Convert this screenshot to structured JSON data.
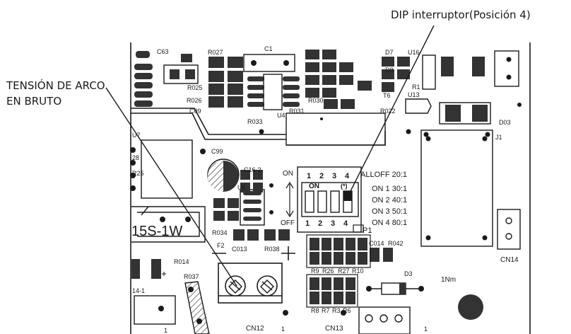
{
  "callouts": {
    "dip_switch": "DIP interruptor(Posición 4)",
    "arc_voltage_line1": "TENSIÓN DE ARCO",
    "arc_voltage_line2": "EN BRUTO"
  },
  "dip": {
    "on_label": "ON",
    "off_label": "OFF",
    "switch_on_mark": "ON",
    "switch_mark_right": "(*)",
    "numbers_top": [
      "1",
      "2",
      "3",
      "4"
    ],
    "numbers_bottom": [
      "1",
      "2",
      "3",
      "4"
    ],
    "header_ref": "P1",
    "settings": [
      "ALLOFF 20:1",
      "ON 1 30:1",
      "ON 2 40:1",
      "ON 3 50:1",
      "ON 4 80:1"
    ]
  },
  "components": {
    "C63": "C63",
    "R027": "R027",
    "C1": "C1",
    "D7": "D7",
    "U16": "U16",
    "R025": "R025",
    "R026": "R026",
    "C09": "C09",
    "R033": "R033",
    "U4": "U4",
    "R031": "R031",
    "R030": "R030",
    "T6": "T6",
    "U13": "U13",
    "R022": "R022",
    "D03": "D03",
    "J1": "J1",
    "U7": "U7",
    "C99": "C99",
    "C16_2": "C16-2",
    "U6": "U6",
    "R034": "R034",
    "F2": "F2",
    "C013": "C013",
    "R038": "R038",
    "C014": "C014",
    "R042": "R042",
    "R9": "R9",
    "R26": "R26",
    "R27": "R27",
    "R10": "R10",
    "R8": "R8",
    "R7": "R7",
    "R3": "R3",
    "R6": "R6",
    "D3": "D3",
    "R014": "R014",
    "R037": "R037",
    "CN12": "CN12",
    "CN13": "CN13",
    "CN14": "CN14",
    "regulator": "15S-1W",
    "torque": "1Nm",
    "pin1_cn12": "1",
    "pin1_cn13": "1",
    "pin1_left": "1",
    "ref_14_1": "14-1",
    "ref_28": "28",
    "ref_25": "R25",
    "ref_R1": "R1",
    "ref_D8": "D8"
  },
  "colors": {
    "ink": "#1a1a1a",
    "pad": "#333333",
    "silk": "#8a8a8a",
    "board": "#ffffff"
  }
}
